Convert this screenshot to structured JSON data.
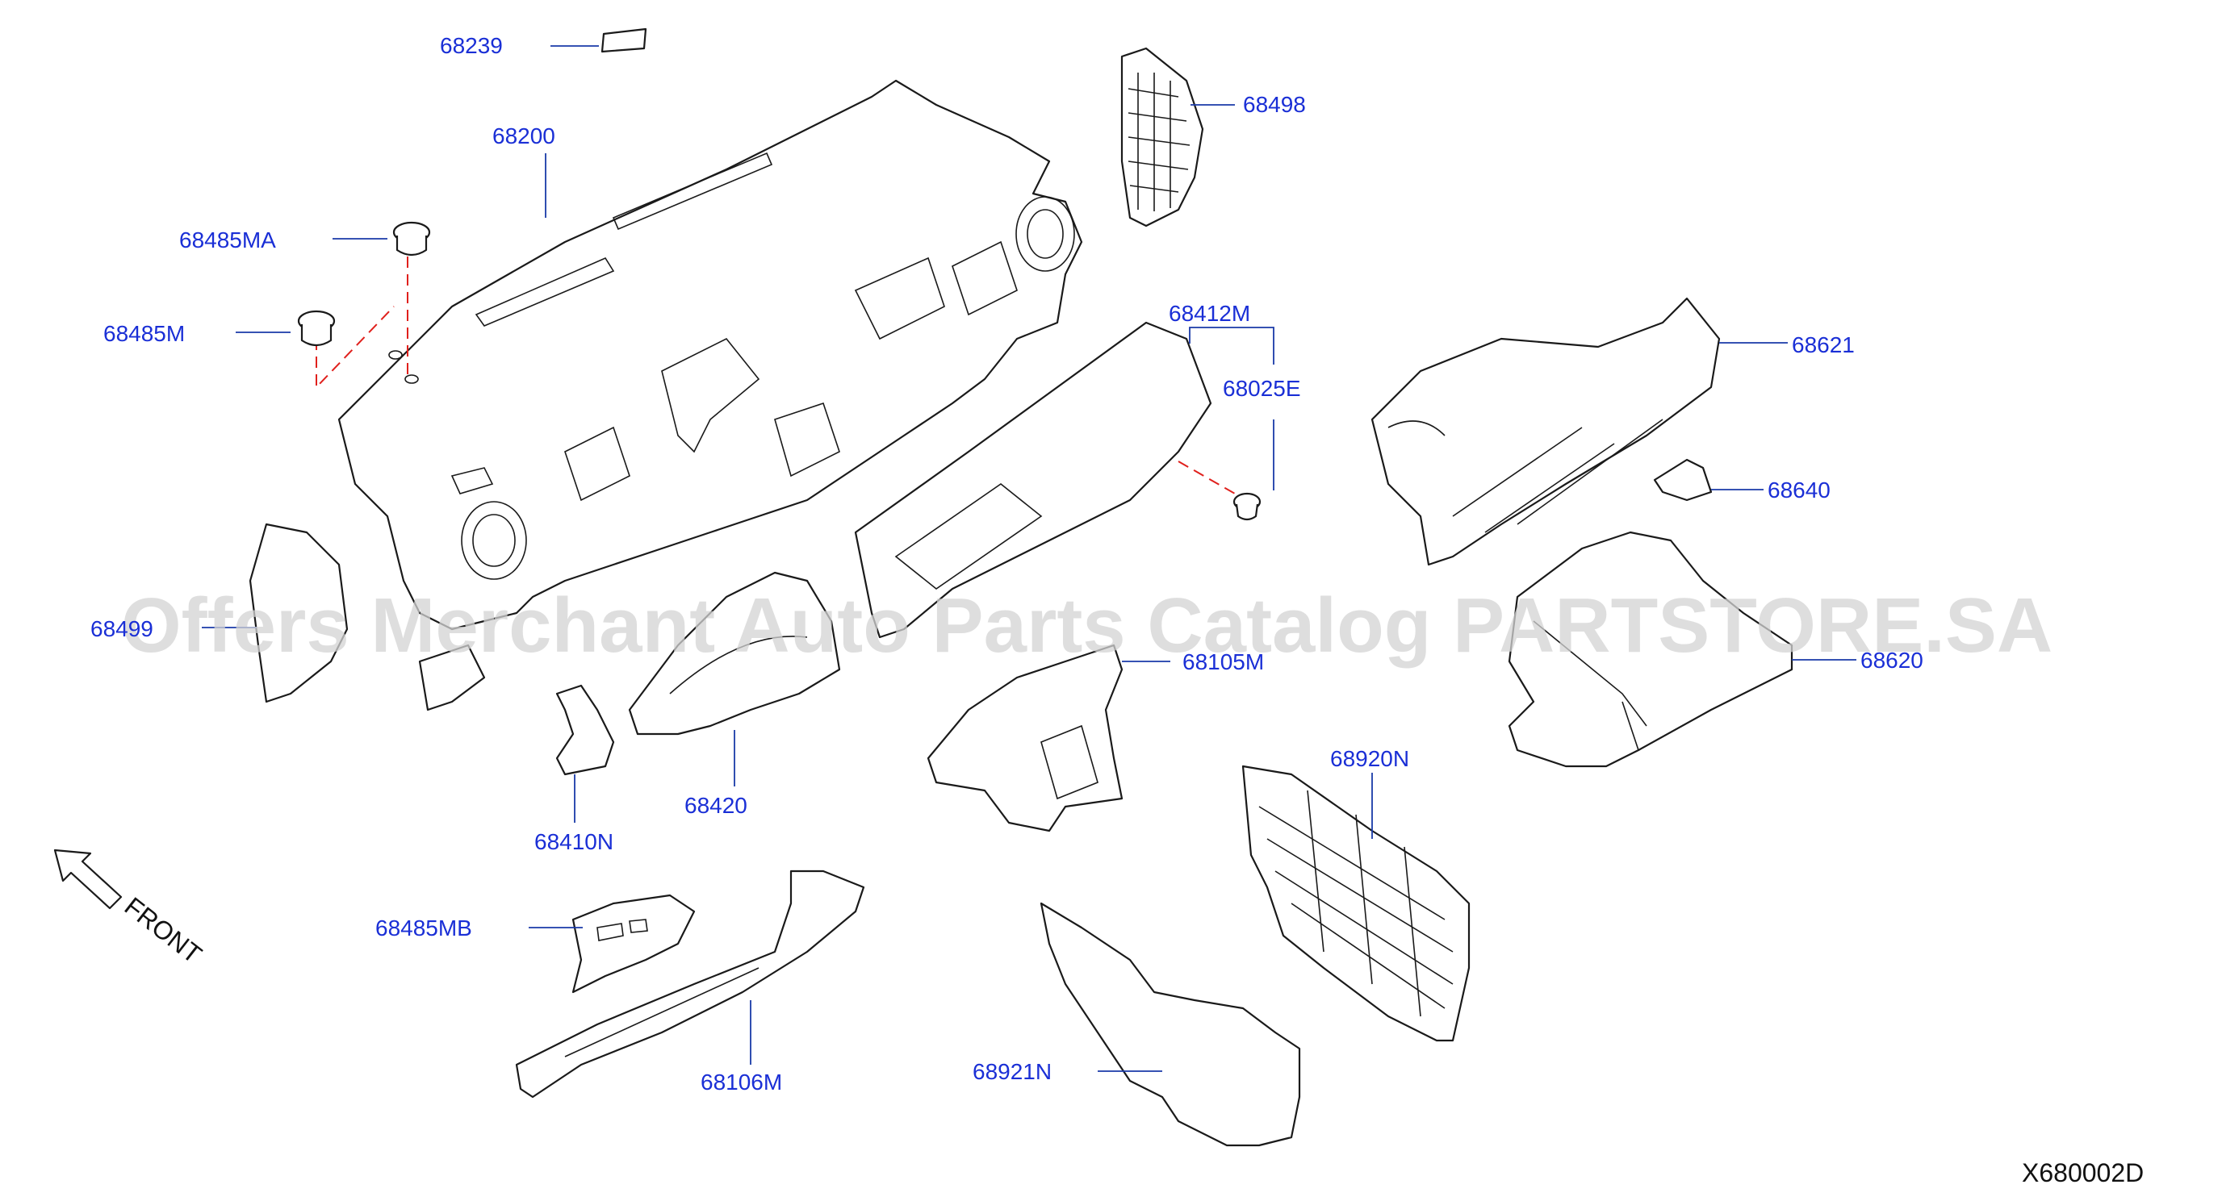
{
  "diagram_id": "X680002D",
  "watermark": "Offers Merchant Auto Parts Catalog PARTSTORE.SA",
  "front_label": "FRONT",
  "colors": {
    "callout": "#1a2fd6",
    "leader": "#1a3aa8",
    "dash": "#e0201c",
    "watermark": "#d4d4d4"
  },
  "callouts": {
    "p68239": "68239",
    "p68200": "68200",
    "p68485MA": "68485MA",
    "p68485M": "68485M",
    "p68498": "68498",
    "p68412M": "68412M",
    "p68025E": "68025E",
    "p68621": "68621",
    "p68640": "68640",
    "p68499": "68499",
    "p68620": "68620",
    "p68105M": "68105M",
    "p68420": "68420",
    "p68410N": "68410N",
    "p68920N": "68920N",
    "p68485MB": "68485MB",
    "p68106M": "68106M",
    "p68921N": "68921N"
  }
}
